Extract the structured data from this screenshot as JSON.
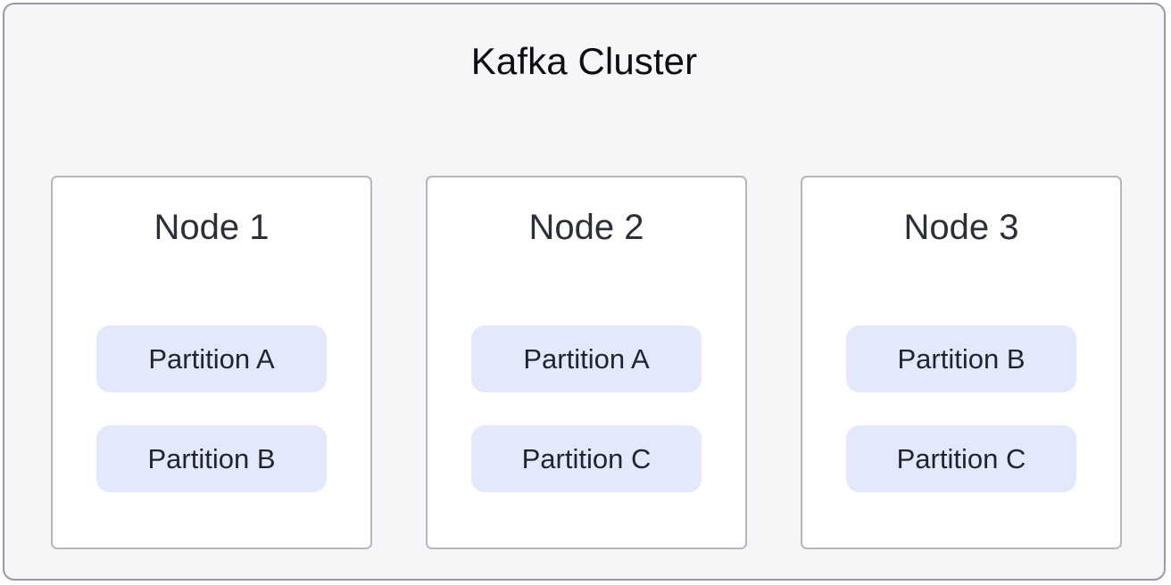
{
  "diagram": {
    "title": "Kafka Cluster",
    "colors": {
      "frame_background": "#f5f6f8",
      "frame_border": "#9a9aa6",
      "node_background": "#ffffff",
      "node_border": "#b6b6be",
      "partition_background": "#e3e8fb",
      "partition_text": "#1f2430",
      "title_text": "#0c0d10",
      "node_title_text": "#2b2f38"
    },
    "nodes": [
      {
        "label": "Node 1",
        "partitions": [
          {
            "label": "Partition A"
          },
          {
            "label": "Partition B"
          }
        ]
      },
      {
        "label": "Node 2",
        "partitions": [
          {
            "label": "Partition A"
          },
          {
            "label": "Partition C"
          }
        ]
      },
      {
        "label": "Node 3",
        "partitions": [
          {
            "label": "Partition B"
          },
          {
            "label": "Partition C"
          }
        ]
      }
    ]
  }
}
